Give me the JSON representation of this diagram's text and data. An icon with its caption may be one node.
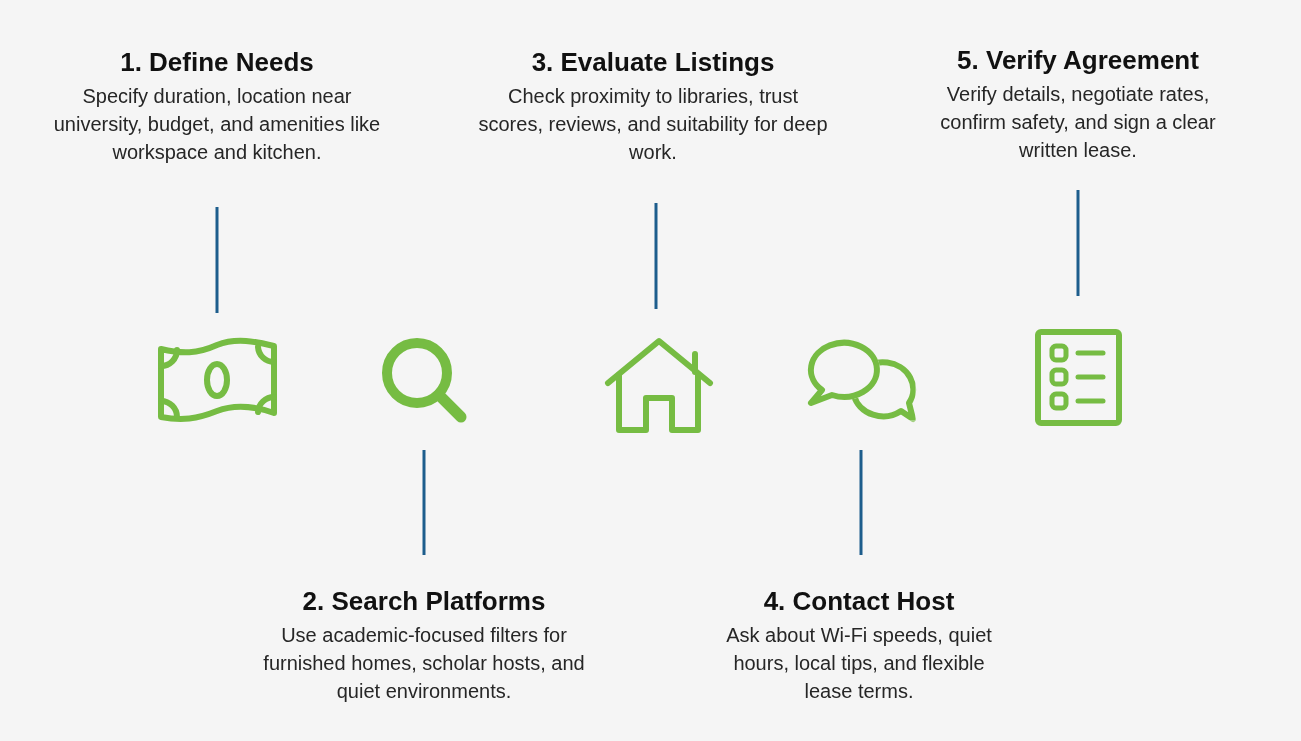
{
  "diagram": {
    "nodes": [
      {
        "text": [
          "1. Define Needs",
          "Specify duration, location near university, budget, and amenities like workspace and kitchen."
        ]
      },
      {
        "text": [
          "2. Search Platforms",
          "Use academic-focused filters for furnished homes, scholar hosts, and quiet environments."
        ]
      },
      {
        "text": [
          "3. Evaluate Listings",
          "Check proximity to libraries, trust scores, reviews, and suitability for deep work."
        ]
      },
      {
        "text": [
          "4. Contact Host",
          "Ask about Wi-Fi speeds, quiet hours, local tips, and flexible lease terms."
        ]
      },
      {
        "text": [
          "5. Verify Agreement",
          "Verify details, negotiate rates, confirm safety, and sign a clear written lease."
        ]
      },
      {
        "text": [],
        "shape": "banknote"
      },
      {
        "text": [],
        "shape": "magnifier"
      },
      {
        "text": [],
        "shape": "house"
      },
      {
        "text": [],
        "shape": "bubbles"
      },
      {
        "text": [],
        "shape": "checklist"
      }
    ],
    "edges": [
      {
        "from": 0,
        "to": 5,
        "arrow": "none"
      },
      {
        "from": 1,
        "to": 6,
        "arrow": "none"
      },
      {
        "from": 2,
        "to": 7,
        "arrow": "none"
      },
      {
        "from": 3,
        "to": 8,
        "arrow": "none"
      },
      {
        "from": 4,
        "to": 9,
        "arrow": "none"
      }
    ]
  }
}
